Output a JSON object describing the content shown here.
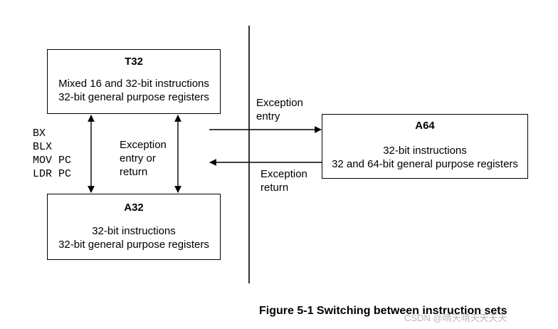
{
  "figure": {
    "caption": "Figure 5-1 Switching between instruction sets",
    "watermark": "CSDN @晴天晴天天天天"
  },
  "boxes": {
    "t32": {
      "title": "T32",
      "lines": [
        "Mixed 16 and 32-bit instructions",
        "32-bit general purpose registers"
      ]
    },
    "a32": {
      "title": "A32",
      "lines": [
        "32-bit instructions",
        "32-bit general purpose registers"
      ]
    },
    "a64": {
      "title": "A64",
      "lines": [
        "32-bit instructions",
        "32 and 64-bit general purpose registers"
      ]
    }
  },
  "labels": {
    "instructions": [
      "BX",
      "BLX",
      "MOV PC",
      "LDR PC"
    ],
    "t32_a32": [
      "Exception",
      "entry or",
      "return"
    ],
    "to_a64": [
      "Exception",
      "entry"
    ],
    "from_a64": [
      "Exception",
      "return"
    ]
  },
  "colors": {
    "line": "#000000",
    "background": "#ffffff",
    "watermark": "#b8b8b8"
  }
}
